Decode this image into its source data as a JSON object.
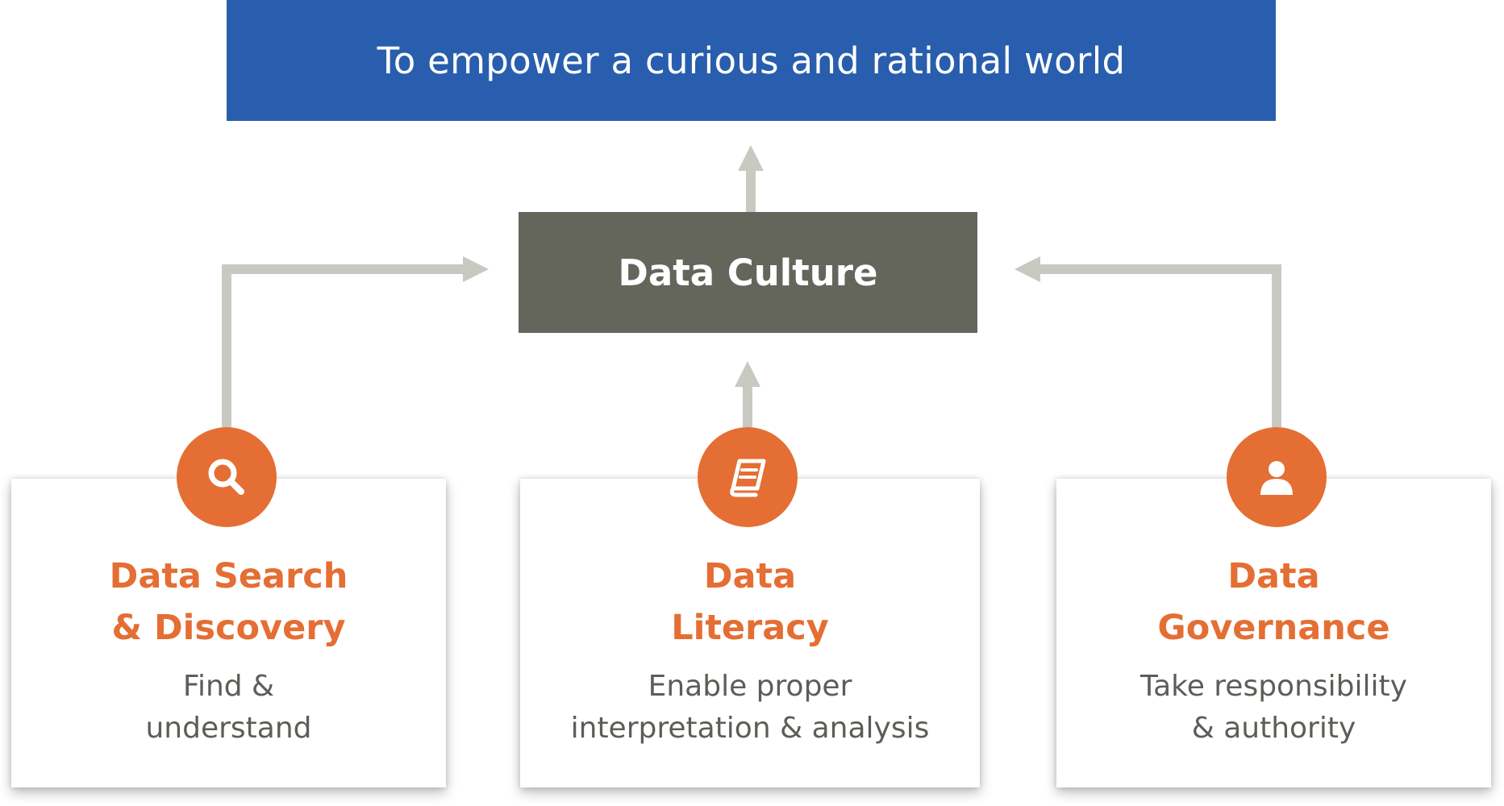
{
  "mission": {
    "text": "To empower a curious and rational world"
  },
  "center": {
    "label": "Data Culture"
  },
  "pillars": [
    {
      "title": "Data Search\n& Discovery",
      "description": "Find &\nunderstand",
      "icon": "search-icon"
    },
    {
      "title": "Data\nLiteracy",
      "description": "Enable proper\ninterpretation & analysis",
      "icon": "book-icon"
    },
    {
      "title": "Data\nGovernance",
      "description": "Take responsibility\n& authority",
      "icon": "user-icon"
    }
  ],
  "colors": {
    "mission_bg": "#285ead",
    "culture_bg": "#64655b",
    "accent": "#e46e33",
    "connector": "#c9c9c2",
    "description_text": "#5d5d58"
  }
}
